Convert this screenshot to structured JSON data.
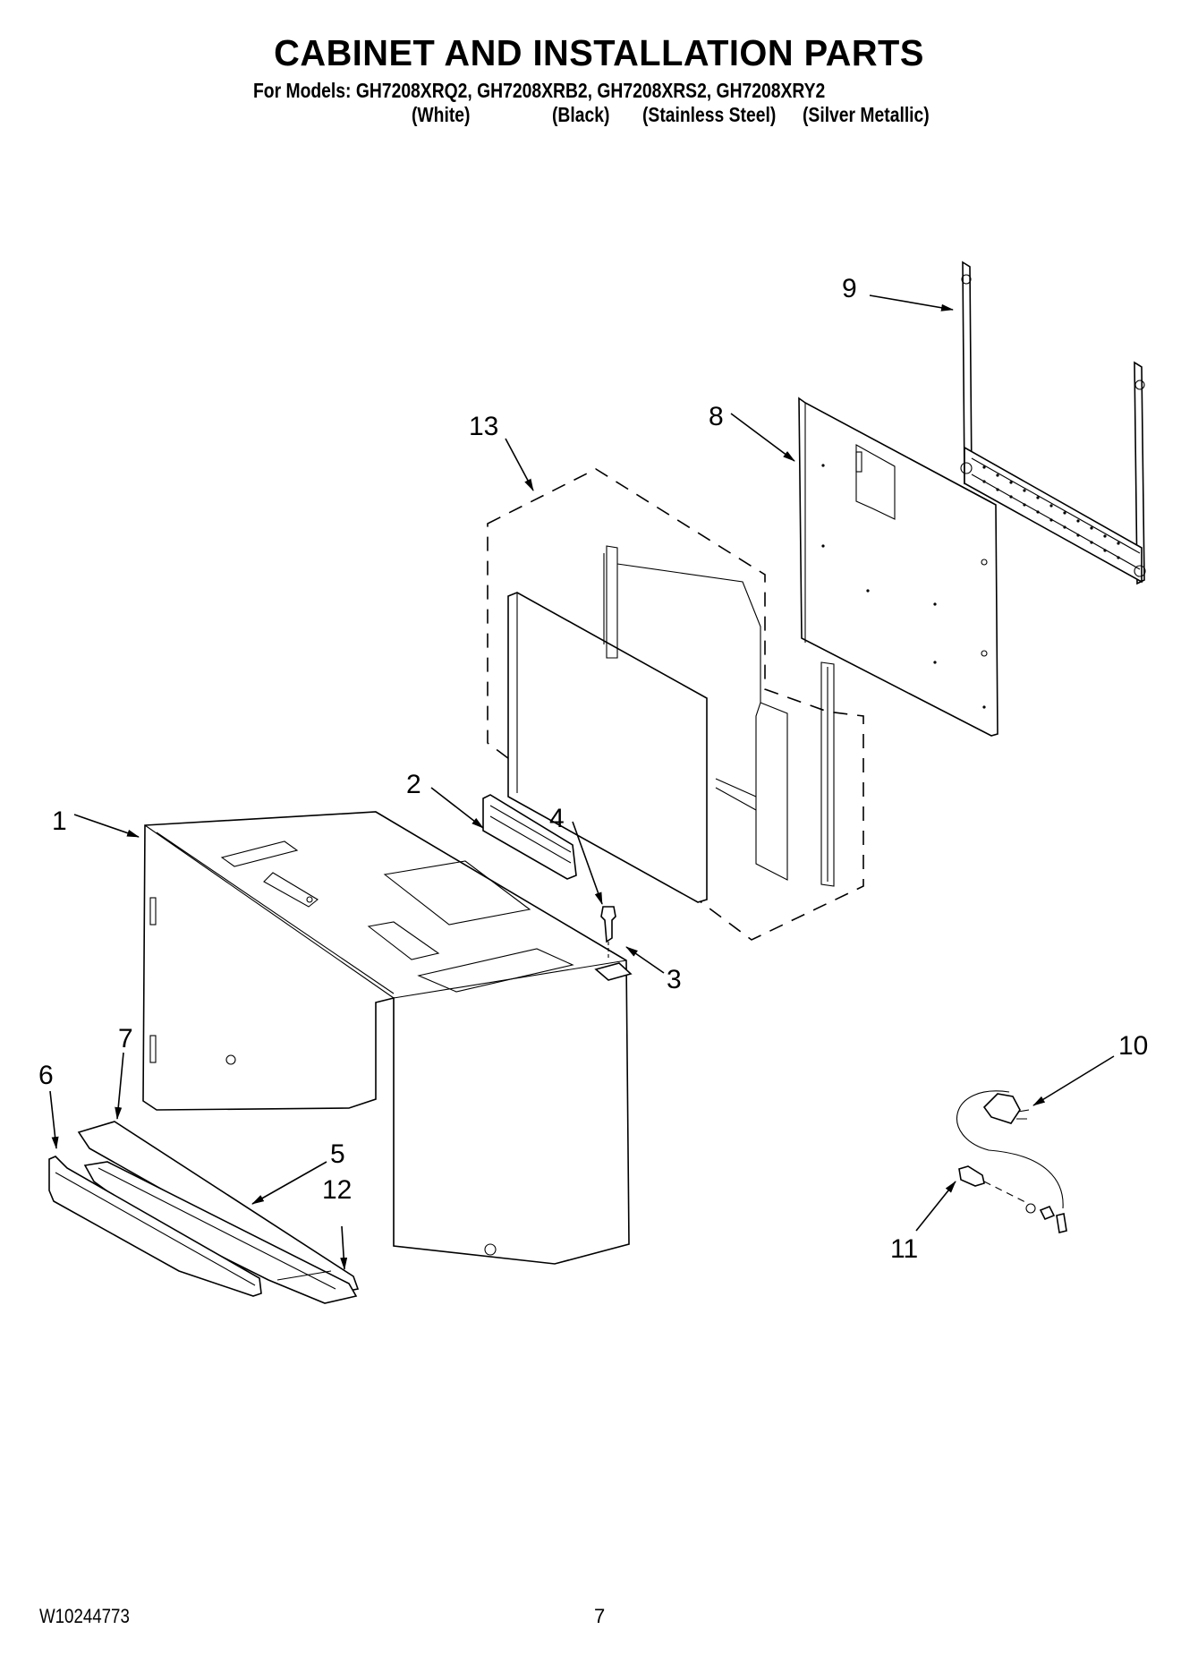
{
  "header": {
    "title": "CABINET AND INSTALLATION PARTS",
    "models_line": "For Models: GH7208XRQ2, GH7208XRB2, GH7208XRS2, GH7208XRY2",
    "colors": [
      {
        "label": "(White)"
      },
      {
        "label": "(Black)"
      },
      {
        "label": "(Stainless Steel)"
      },
      {
        "label": "(Silver Metallic)"
      }
    ]
  },
  "diagram": {
    "callouts": [
      {
        "number": "1"
      },
      {
        "number": "2"
      },
      {
        "number": "3"
      },
      {
        "number": "4"
      },
      {
        "number": "5"
      },
      {
        "number": "6"
      },
      {
        "number": "7"
      },
      {
        "number": "8"
      },
      {
        "number": "9"
      },
      {
        "number": "10"
      },
      {
        "number": "11"
      },
      {
        "number": "12"
      },
      {
        "number": "13"
      }
    ]
  },
  "footer": {
    "doc_number": "W10244773",
    "page_number": "7"
  }
}
